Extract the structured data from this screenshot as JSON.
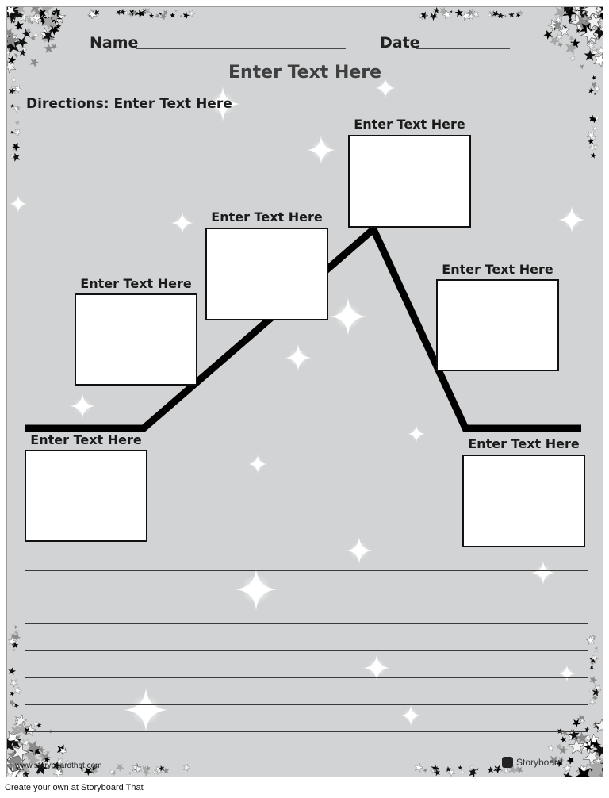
{
  "header": {
    "name_label": "Name",
    "date_label": "Date"
  },
  "title": "Enter Text Here",
  "directions": {
    "label": "Directions",
    "text": ": Enter Text Here"
  },
  "boxes": [
    {
      "label": "Enter Text Here"
    },
    {
      "label": "Enter Text Here"
    },
    {
      "label": "Enter Text Here"
    },
    {
      "label": "Enter Text Here"
    },
    {
      "label": "Enter Text Here"
    },
    {
      "label": "Enter Text Here"
    }
  ],
  "watermark": "www.storyboardthat.com",
  "brand": "Storyboard",
  "footer": "Create your own at Storyboard That"
}
